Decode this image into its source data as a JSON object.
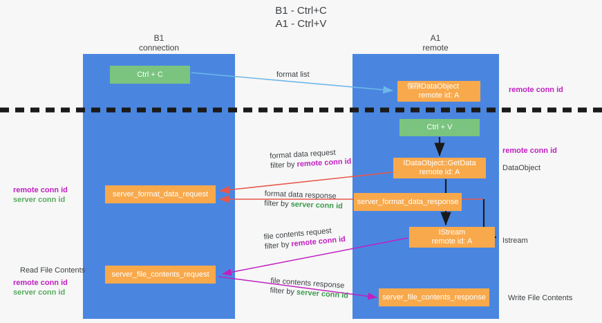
{
  "title": {
    "line1": "B1 - Ctrl+C",
    "line2": "A1 - Ctrl+V"
  },
  "columns": {
    "left": {
      "name": "B1",
      "role": "connection"
    },
    "right": {
      "name": "A1",
      "role": "remote"
    }
  },
  "colors": {
    "lane": "#4a86e0",
    "node_green": "#7ac47f",
    "node_orange": "#f8a94b",
    "accent_purple": "#c020c0",
    "accent_green": "#5aab5f",
    "arrow_blue": "#6fb7e8",
    "arrow_red": "#e8574a",
    "arrow_dark": "#1a1a1a",
    "background": "#f7f7f7"
  },
  "nodes": {
    "ctrl_c": {
      "label": "Ctrl + C",
      "type": "green"
    },
    "idataobject": {
      "label": "IDataObject",
      "overlap_glyphs": "保存",
      "sub": "remote id: A",
      "type": "orange"
    },
    "ctrl_v": {
      "label": "Ctrl + V",
      "type": "green"
    },
    "getdata": {
      "label": "IDataObject::GetData",
      "sub": "remote id: A",
      "type": "orange"
    },
    "server_format_data_request": {
      "label": "server_format_data_request",
      "type": "orange"
    },
    "server_format_data_response": {
      "label": "server_format_data_response",
      "type": "orange"
    },
    "istream": {
      "label": "IStream",
      "sub": "remote id: A",
      "type": "orange"
    },
    "server_file_contents_request": {
      "label": "server_file_contents_request",
      "type": "orange"
    },
    "server_file_contents_response": {
      "label": "server_file_contents_response",
      "type": "orange"
    }
  },
  "edge_labels": {
    "format_list": "format list",
    "format_data_request": "format data request",
    "format_data_request_filter_prefix": "filter by ",
    "format_data_request_filter_key": "remote conn id",
    "format_data_response": "format data response",
    "format_data_response_filter_prefix": "filter by ",
    "format_data_response_filter_key": "server conn id",
    "file_contents_request": "file contents request",
    "file_contents_request_filter_prefix": "filter by ",
    "file_contents_request_filter_key": "remote conn id",
    "file_contents_response": "file contents response",
    "file_contents_response_filter_prefix": "filter by ",
    "file_contents_response_filter_key": "server conn id"
  },
  "side_labels": {
    "right_1": "remote conn id",
    "right_2": "remote conn id",
    "right_3": "DataObject",
    "right_4": "Istream",
    "right_5": "Write File Contents",
    "left_1_a": "remote conn id",
    "left_1_b": "server conn id",
    "left_2": "Read File Contents",
    "left_3_a": "remote conn id",
    "left_3_b": "server conn id"
  }
}
